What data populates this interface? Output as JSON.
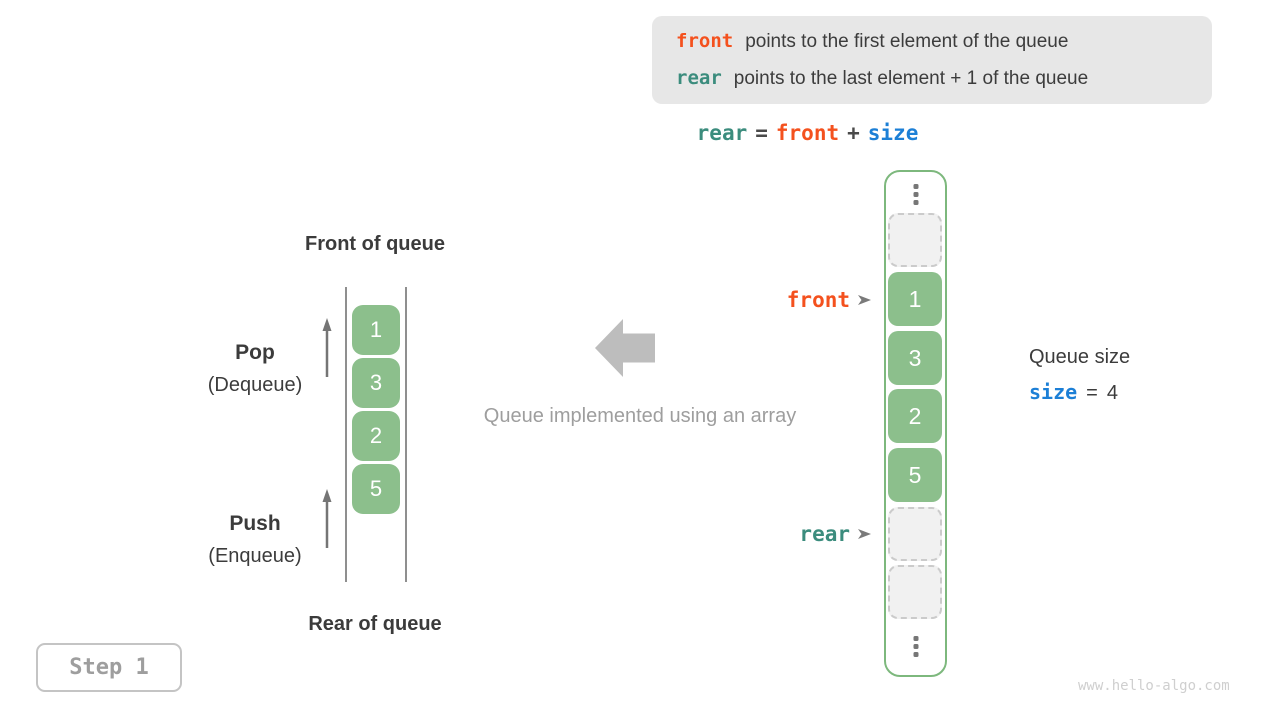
{
  "colors": {
    "front_orange": "#f4511e",
    "rear_teal": "#3b8c7d",
    "size_blue": "#1c7fd6",
    "cell_green": "#8cbf8c",
    "container_border_green": "#7db87d",
    "text_dark": "#3c3c3c",
    "caption_gray": "#9e9e9e",
    "arrow_gray": "#757575",
    "big_arrow_gray": "#bdbdbd",
    "info_box_bg": "#e7e7e7"
  },
  "info_box": {
    "lines": [
      {
        "keyword": "front",
        "description": "points to the first element of the queue"
      },
      {
        "keyword": "rear",
        "description": "points to the last element + 1 of the queue"
      }
    ]
  },
  "formula": {
    "lhs": "rear",
    "equals": "=",
    "operand1": "front",
    "operator": "+",
    "operand2": "size"
  },
  "left_stack": {
    "top_label": "Front of queue",
    "bottom_label": "Rear of queue",
    "pop": {
      "label": "Pop",
      "sublabel": "(Dequeue)"
    },
    "push": {
      "label": "Push",
      "sublabel": "(Enqueue)"
    },
    "cells": [
      "1",
      "3",
      "2",
      "5"
    ]
  },
  "middle": {
    "caption": "Queue implemented using an array"
  },
  "right_array": {
    "front_pointer": "front",
    "rear_pointer": "rear",
    "cells": [
      {
        "type": "empty",
        "value": ""
      },
      {
        "type": "value",
        "value": "1"
      },
      {
        "type": "value",
        "value": "3"
      },
      {
        "type": "value",
        "value": "2"
      },
      {
        "type": "value",
        "value": "5"
      },
      {
        "type": "empty",
        "value": ""
      },
      {
        "type": "empty",
        "value": ""
      }
    ]
  },
  "queue_size": {
    "title": "Queue size",
    "variable": "size",
    "equals": "=",
    "value": "4"
  },
  "step_badge": {
    "label": "Step 1"
  },
  "watermark": "www.hello-algo.com"
}
